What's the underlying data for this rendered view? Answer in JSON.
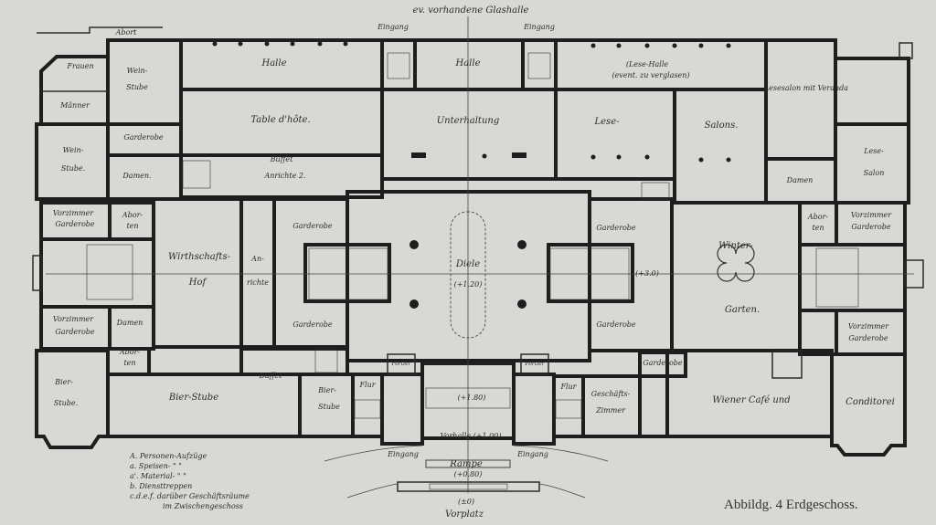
{
  "title": "ev. vorhandene Glashalle",
  "caption": "Abbildg. 4  Erdgeschoss.",
  "rooms": {
    "eingang_n1": "Eingang",
    "eingang_n2": "Eingang",
    "abort_top": "Abort",
    "frauen": "Frauen",
    "maenner": "Männer",
    "weinstube1a": "Wein-",
    "weinstube1b": "Stube",
    "weinstube2a": "Wein-",
    "weinstube2b": "Stube.",
    "halle1": "Halle",
    "halle2": "Halle",
    "lesehalle1": "(Lese-Halle",
    "lesehalle2": "(event. zu verglasen)",
    "table": "Table d'hôte.",
    "unterhaltung": "Unterhaltung",
    "lese": "Lese-",
    "salons": "Salons.",
    "lesesalon_veranda": "Lesesalon mit Veranda",
    "lesesalon_a": "Lese-",
    "lesesalon_b": "Salon",
    "garderobe_nw": "Garderobe",
    "damen_nw": "Damen.",
    "damen_ne": "Damen",
    "buffet_n": "Buffet",
    "anrichte_n": "Anrichte 2.",
    "vorzimmer1a": "Vorzimmer",
    "vorzimmer1b": "Garderobe",
    "aborte1a": "Abor-",
    "aborte1b": "ten",
    "wirth_a": "Wirthschafts-",
    "wirth_b": "Hof",
    "anrichte_a": "An-",
    "anrichte_b": "richte",
    "garderobe_c1": "Garderobe",
    "garderobe_c2": "Garderobe",
    "garderobe_c3": "Garderobe",
    "garderobe_c4": "Garderobe",
    "diele": "Diele",
    "diele_lvl": "(+1.20)",
    "treppe_lvl": "(+3.0)",
    "winter_a": "Winter-",
    "winter_b": "Garten.",
    "aborte2a": "Abor-",
    "aborte2b": "ten",
    "vorzimmer2a": "Vorzimmer",
    "vorzimmer2b": "Garderobe",
    "vorzimmer3a": "Vorzimmer",
    "vorzimmer3b": "Garderobe",
    "vorzimmer4a": "Vorzimmer",
    "vorzimmer4b": "Garderobe",
    "damen_sw": "Damen",
    "aborte3a": "Abor-",
    "aborte3b": "ten",
    "bier1a": "Bier-",
    "bier1b": "Stube.",
    "bier2": "Bier-Stube",
    "bier3a": "Bier-",
    "bier3b": "Stube",
    "buffet_s": "Buffet",
    "flur1": "Flur",
    "flur2": "Flur",
    "portier1": "Portier",
    "portier2": "Portier",
    "geschaeft_a": "Geschäfts-",
    "geschaeft_b": "Zimmer",
    "garderobe_s": "Garderobe",
    "wiener": "Wiener Café und",
    "conditorei": "Conditorei",
    "vorhalle": "Vorhalle (+1.00)",
    "vorhalle_lvl": "(+1.80)",
    "eingang_s1": "Eingang",
    "eingang_s2": "Eingang",
    "rampe": "Rampe",
    "rampe_lvl": "(+0.80)",
    "vorplatz_lvl": "(±0)",
    "vorplatz": "Vorplatz"
  },
  "legend": [
    "A. Personen-Aufzüge",
    "a. Speisen-  \"   \"",
    "a'. Material-  \"   \"",
    "b. Diensttreppen",
    "c.d.e.f. darüber Geschäftsräume",
    "im Zwischengeschoss"
  ]
}
